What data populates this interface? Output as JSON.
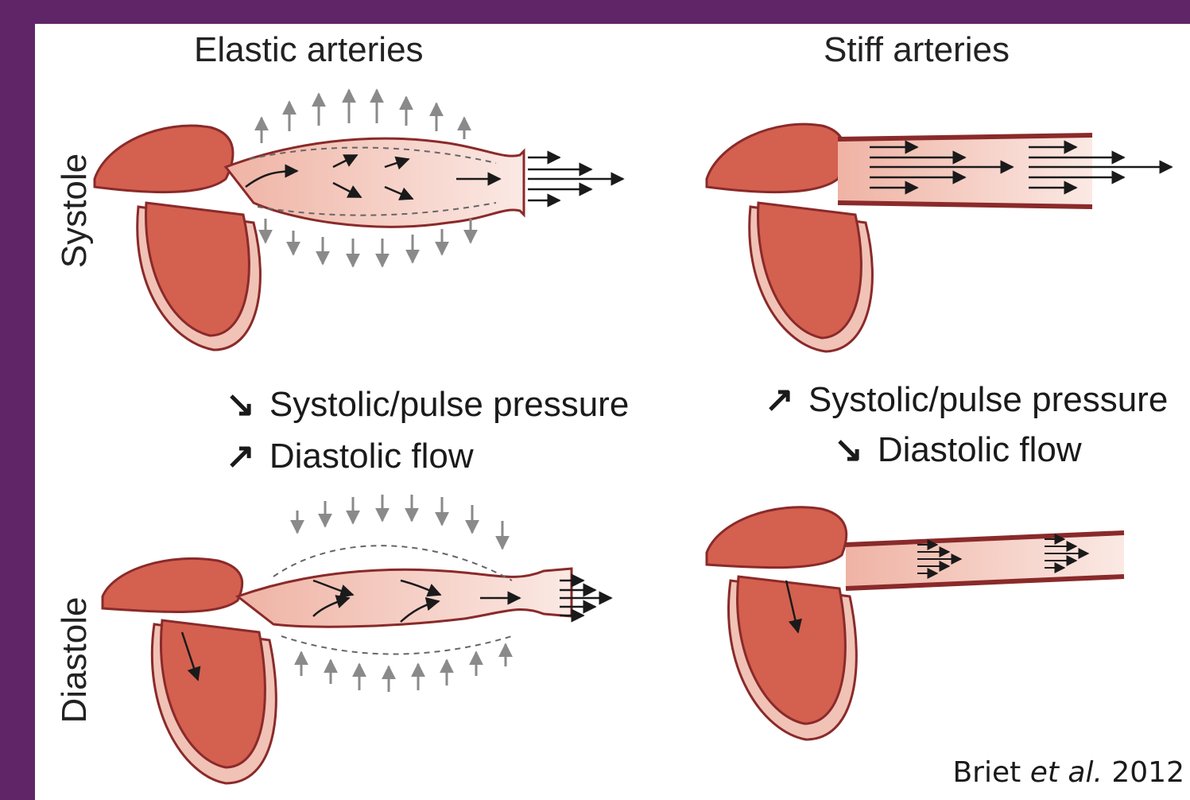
{
  "headers": {
    "elastic": "Elastic arteries",
    "stiff": "Stiff arteries"
  },
  "rows": {
    "systole": "Systole",
    "diastole": "Diastole"
  },
  "effects": {
    "elastic": [
      {
        "symbol": "↘",
        "text": "Systolic/pulse pressure"
      },
      {
        "symbol": "↗",
        "text": "Diastolic flow"
      }
    ],
    "stiff": [
      {
        "symbol": "↗",
        "text": "Systolic/pulse pressure"
      },
      {
        "symbol": "↘",
        "text": "Diastolic flow"
      }
    ]
  },
  "citation": {
    "author": "Briet",
    "etal": "et al.",
    "year": "2012"
  },
  "colors": {
    "frame": "#5f2566",
    "heart_fill": "#d4604f",
    "heart_outline": "#8a2a2a",
    "wall_fill": "#f1c2b6",
    "vessel_inner": "#f6d8d0",
    "flow_arrow": "#1a1a1a",
    "pressure_arrow": "#8a8a8a"
  }
}
